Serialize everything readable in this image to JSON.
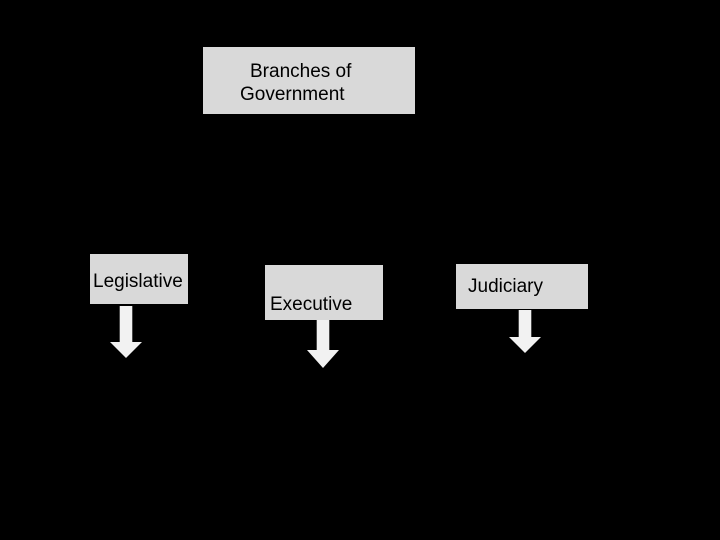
{
  "background_color": "#000000",
  "title_box": {
    "lines": [
      "Branches of",
      "Government"
    ],
    "fill_color": "#d9d9d9",
    "text_color": "#000000"
  },
  "branches": [
    {
      "label": "Legislative",
      "fill_color": "#d9d9d9"
    },
    {
      "label": "Executive",
      "fill_color": "#d9d9d9"
    },
    {
      "label": "Judiciary",
      "fill_color": "#d9d9d9"
    }
  ],
  "arrows": {
    "direction": "down",
    "count": 3,
    "fill_color": "#f2f2f2"
  }
}
